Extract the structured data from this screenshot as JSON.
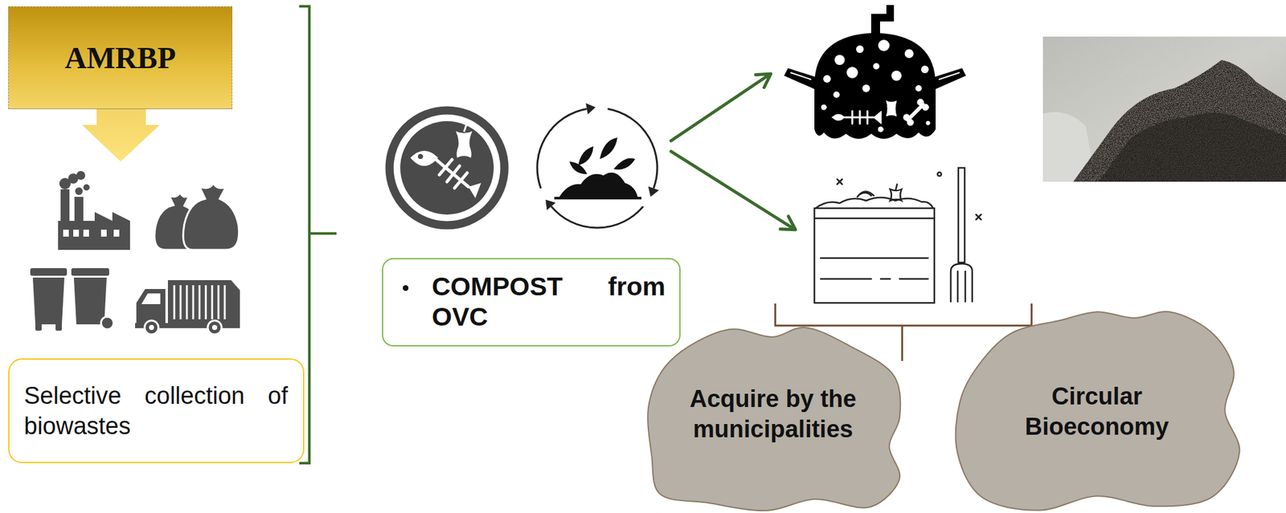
{
  "diagram": {
    "nodes": [
      {
        "text": [
          "AMRBP"
        ]
      },
      {
        "text": [
          "Selective collection of biowastes"
        ]
      },
      {
        "text": [
          "COMPOST from OVC"
        ]
      },
      {
        "text": [
          "Acquire by the municipalities"
        ]
      },
      {
        "text": [
          "Circular Bioeconomy"
        ]
      }
    ]
  }
}
